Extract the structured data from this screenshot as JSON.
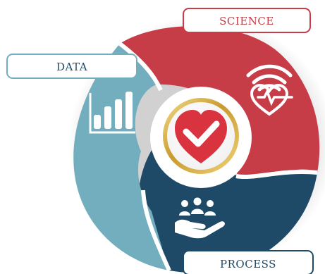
{
  "labels": {
    "science": "SCIENCE",
    "data": "DATA",
    "process": "PROCESS"
  },
  "colors": {
    "science_segment": "#c63d47",
    "data_segment": "#72aebd",
    "process_segment": "#1e4a67",
    "label_border": "#c63d47",
    "label_border_data": "#72aebd",
    "label_border_process": "#1e4a67",
    "label_text": "#1e4a67",
    "label_text_science": "#c63d47",
    "heart": "#d93340",
    "badge_ring": "#d8b24e"
  },
  "icons": {
    "science": "heart-pulse-signal-icon",
    "data": "bar-chart-icon",
    "process": "people-in-hand-icon",
    "center": "heart-check-icon"
  }
}
